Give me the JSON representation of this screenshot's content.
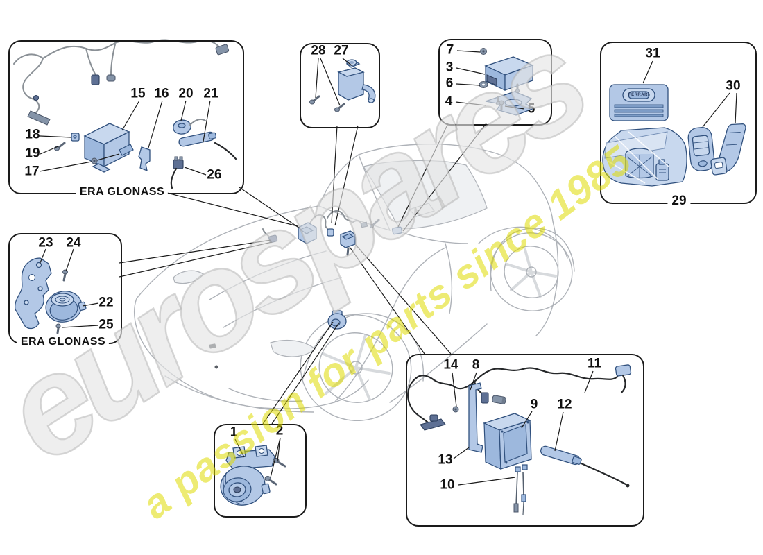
{
  "watermark": {
    "brand": "eurospares",
    "tagline": "a passion for parts since 1985"
  },
  "labels": {
    "era_glonass_top": "ERA GLONASS",
    "era_glonass_side": "ERA GLONASS",
    "card_text": "FERRARI"
  },
  "callouts": {
    "c1": "1",
    "c2": "2",
    "c3": "3",
    "c4": "4",
    "c5": "5",
    "c6": "6",
    "c7": "7",
    "c8": "8",
    "c9": "9",
    "c10": "10",
    "c11": "11",
    "c12": "12",
    "c13": "13",
    "c14": "14",
    "c15": "15",
    "c16": "16",
    "c17": "17",
    "c18": "18",
    "c19": "19",
    "c20": "20",
    "c21": "21",
    "c22": "22",
    "c23": "23",
    "c24": "24",
    "c25": "25",
    "c26": "26",
    "c27": "27",
    "c28": "28",
    "c29": "29",
    "c30": "30",
    "c31": "31"
  },
  "colors": {
    "part_fill": "#b3c8e6",
    "part_fill_light": "#c8d8ee",
    "part_fill_dark": "#9db8dd",
    "part_stroke": "#31517e",
    "metal": "#8594a8",
    "leader_line": "#1a1a1a",
    "box_border": "#1a1a1a",
    "harness_gray": "#8a9096",
    "harness_black": "#26282a",
    "car_line": "#aeb2b8",
    "watermark_yellow": "#dedb00",
    "watermark_gray": "#bcbcbc",
    "number_color": "#111111"
  }
}
